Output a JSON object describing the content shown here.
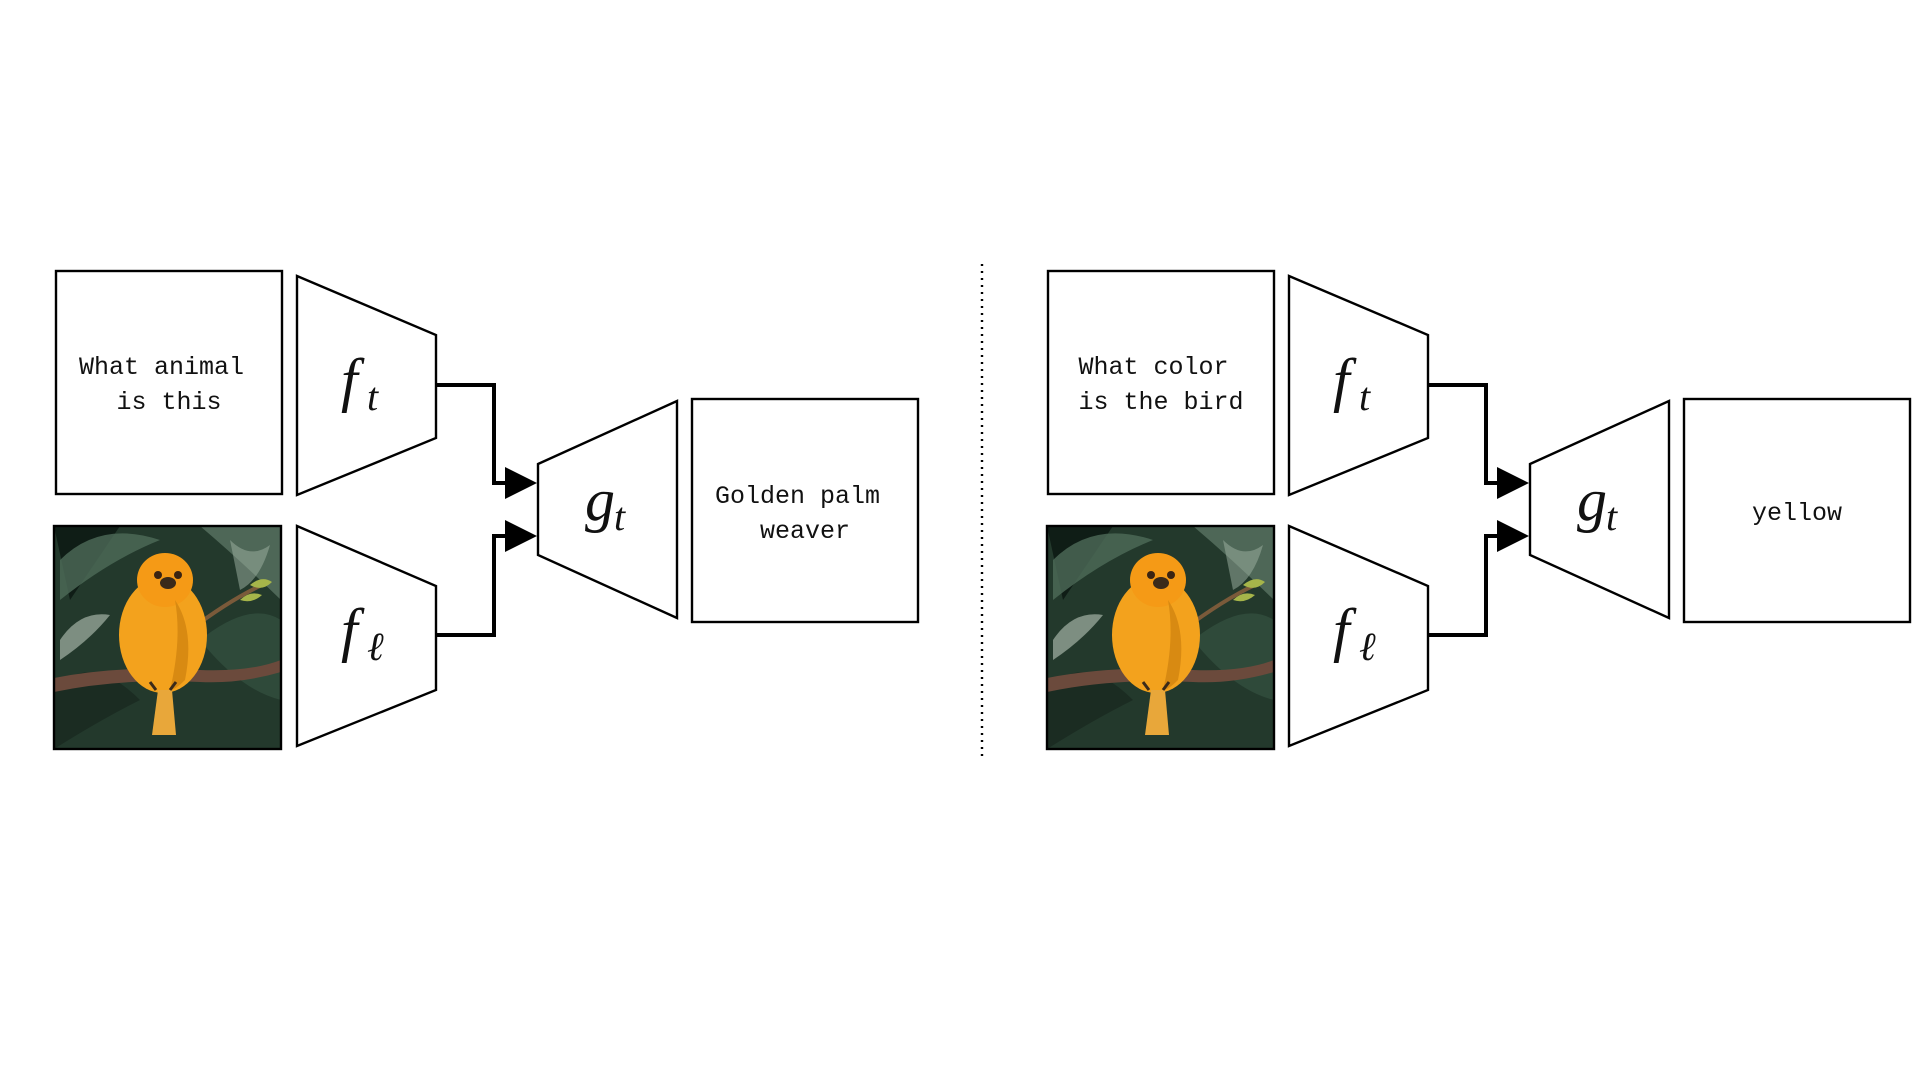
{
  "panels": [
    {
      "question": {
        "line1": "What animal",
        "line2": "is this"
      },
      "image_description": "yellow-orange bird perched on a branch among green leaves",
      "text_encoder": {
        "main": "f",
        "sub": "t"
      },
      "image_encoder": {
        "main": "f",
        "sub": "ℓ"
      },
      "decoder": {
        "main": "g",
        "sub": "t"
      },
      "answer": {
        "line1": "Golden palm",
        "line2": "weaver"
      }
    },
    {
      "question": {
        "line1": "What color",
        "line2": "is the bird"
      },
      "image_description": "yellow-orange bird perched on a branch among green leaves",
      "text_encoder": {
        "main": "f",
        "sub": "t"
      },
      "image_encoder": {
        "main": "f",
        "sub": "ℓ"
      },
      "decoder": {
        "main": "g",
        "sub": "t"
      },
      "answer": {
        "line1": "yellow",
        "line2": ""
      }
    }
  ],
  "colors": {
    "stroke": "#000000",
    "bird": "#f3a21d",
    "foliage": "#23392c"
  }
}
